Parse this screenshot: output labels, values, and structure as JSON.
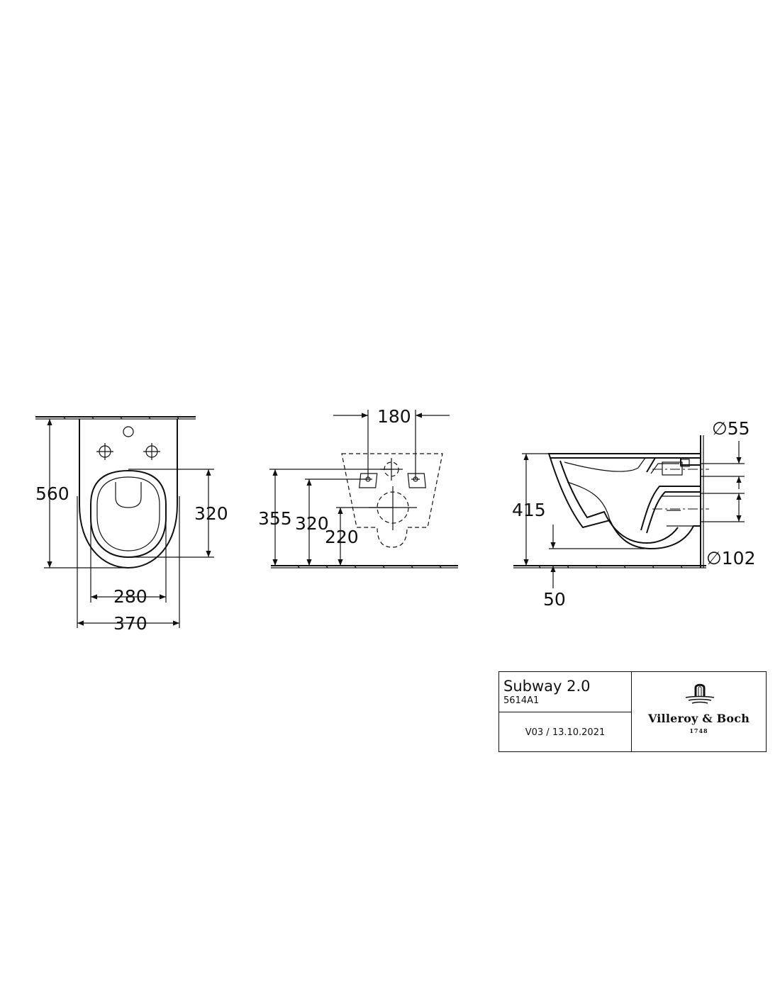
{
  "views": {
    "front": {
      "dim_height": "560",
      "dim_seat_height": "320",
      "dim_inner_width": "280",
      "dim_outer_width": "370"
    },
    "rear": {
      "dim_bolt_spacing": "180",
      "dim_top_height": "355",
      "dim_bolt_height": "320",
      "dim_waste_height": "220"
    },
    "side": {
      "dim_height": "415",
      "dim_inlet_diameter": "∅55",
      "dim_outlet_diameter": "∅102",
      "dim_floor_offset": "50"
    }
  },
  "title_block": {
    "product_name": "Subway 2.0",
    "product_code": "5614A1",
    "version": "V03 / 13.10.2021",
    "brand": "Villeroy & Boch",
    "brand_year": "1748"
  }
}
